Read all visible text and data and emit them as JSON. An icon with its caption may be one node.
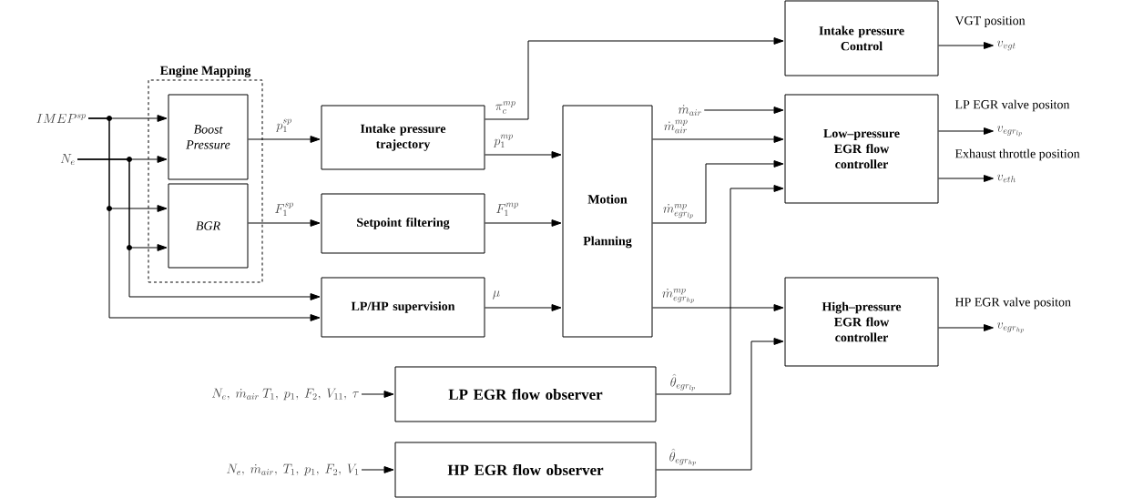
{
  "diagram": {
    "nodes": [
      {
        "text": [
          "IMEP^{sp}"
        ]
      },
      {
        "text": [
          "N_e"
        ]
      },
      {
        "text": [
          "Engine Mapping"
        ]
      },
      {
        "text": [
          "Boost Pressure"
        ],
        "in": 2
      },
      {
        "text": [
          "BGR"
        ],
        "in": 2
      },
      {
        "text": [
          "Intake pressure trajectory"
        ]
      },
      {
        "text": [
          "Setpoint filtering"
        ]
      },
      {
        "text": [
          "LP/HP supervision"
        ]
      },
      {
        "text": [
          "Motion Planning"
        ]
      },
      {
        "text": [
          "Intake pressure Control"
        ]
      },
      {
        "text": [
          "Low–pressure EGR flow controller"
        ]
      },
      {
        "text": [
          "High–pressure EGR flow controller"
        ]
      },
      {
        "text": [
          "LP EGR flow observer"
        ]
      },
      {
        "text": [
          "HP EGR flow observer"
        ]
      },
      {
        "text": [
          "N_e,\\ \\dot{m}_{air}\\ T_1,\\ p_1,\\ F_2,\\ V_{11},\\ \\tau"
        ]
      },
      {
        "text": [
          "N_e,\\ \\dot{m}_{air},\\ T_1,\\ p_1,\\ F_2,\\ V_1"
        ]
      },
      {
        "text": [
          "\\dot{m}_{air}"
        ]
      },
      {
        "text": [
          "VGT position",
          "v_{vgt}"
        ]
      },
      {
        "text": [
          "LP EGR valve positon",
          "v_{egr_{lp}}"
        ]
      },
      {
        "text": [
          "Exhaust throttle position",
          "v_{eth}"
        ]
      },
      {
        "text": [
          "HP EGR valve positon",
          "v_{egr_{hp}}"
        ]
      }
    ],
    "edges": [
      {
        "from": 0,
        "to": 3,
        "arrow": "to"
      },
      {
        "from": 0,
        "to": 4,
        "arrow": "to"
      },
      {
        "from": 0,
        "to": 7,
        "arrow": "to"
      },
      {
        "from": 1,
        "to": 3,
        "arrow": "to"
      },
      {
        "from": 1,
        "to": 4,
        "arrow": "to"
      },
      {
        "from": 1,
        "to": 7,
        "arrow": "to"
      },
      {
        "from": 3,
        "to": 5,
        "arrow": "to",
        "label": "p_1^{sp}"
      },
      {
        "from": 4,
        "to": 6,
        "arrow": "to",
        "label": "F_1^{sp}"
      },
      {
        "from": 5,
        "to": 9,
        "arrow": "to",
        "label": "\\pi_c^{mp}"
      },
      {
        "from": 5,
        "to": 8,
        "arrow": "to",
        "label": "p_1^{mp}"
      },
      {
        "from": 6,
        "to": 8,
        "arrow": "to",
        "label": "F_1^{mp}"
      },
      {
        "from": 7,
        "to": 8,
        "arrow": "to",
        "label": "\\mu"
      },
      {
        "from": 16,
        "to": 10,
        "arrow": "to"
      },
      {
        "from": 8,
        "to": 10,
        "arrow": "to",
        "label": "\\dot{m}_{air}^{mp}"
      },
      {
        "from": 8,
        "to": 10,
        "arrow": "to",
        "label": "\\dot{m}_{egr_{lp}}^{mp}"
      },
      {
        "from": 12,
        "to": 10,
        "arrow": "to",
        "label": "\\hat{\\theta}_{egr_{lp}}"
      },
      {
        "from": 8,
        "to": 11,
        "arrow": "to",
        "label": "\\dot{m}_{egr_{hp}}^{mp}"
      },
      {
        "from": 13,
        "to": 11,
        "arrow": "to",
        "label": "\\hat{\\theta}_{egr_{hp}}"
      },
      {
        "from": 9,
        "to": 17,
        "arrow": "to"
      },
      {
        "from": 10,
        "to": 18,
        "arrow": "to"
      },
      {
        "from": 10,
        "to": 19,
        "arrow": "to"
      },
      {
        "from": 11,
        "to": 20,
        "arrow": "to"
      },
      {
        "from": 14,
        "to": 12,
        "arrow": "to"
      },
      {
        "from": 15,
        "to": 13,
        "arrow": "to"
      }
    ]
  }
}
